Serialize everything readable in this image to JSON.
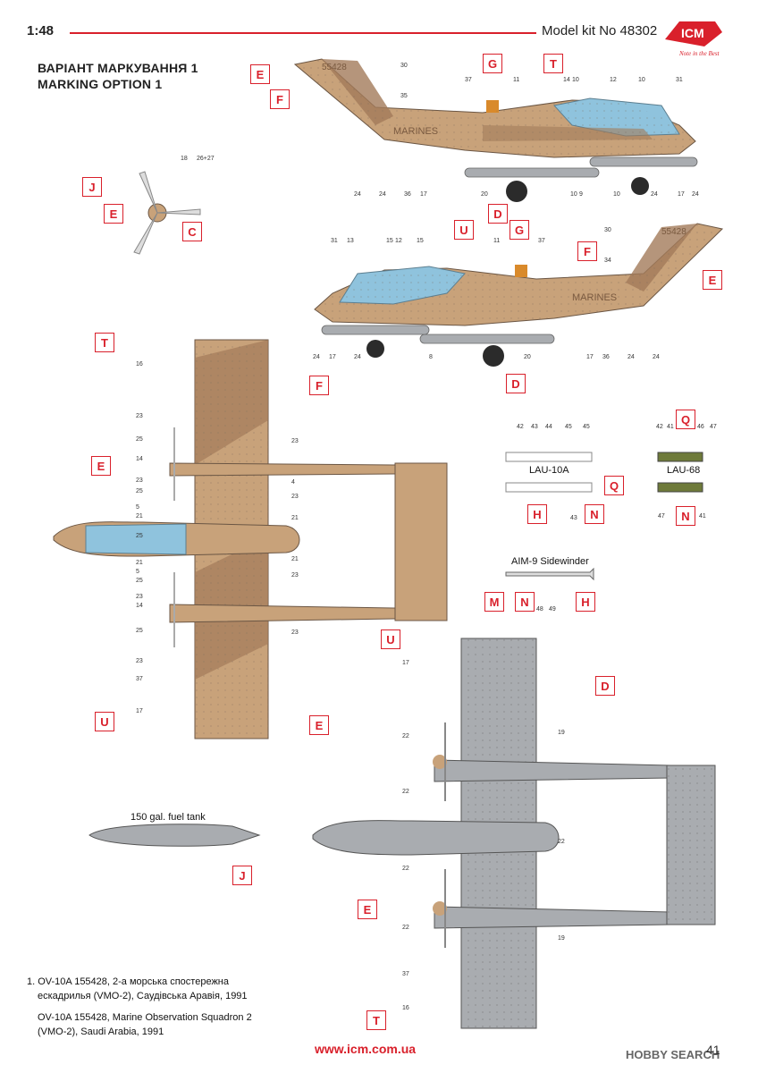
{
  "header": {
    "scale": "1:48",
    "kit": "Model kit No 48302"
  },
  "logo": {
    "brand": "ICM",
    "tagline": "Note in the Best"
  },
  "title": {
    "ukr": "ВАРІАНТ МАРКУВАННЯ 1",
    "eng": "MARKING OPTION 1"
  },
  "callouts": [
    "E",
    "F",
    "G",
    "T",
    "J",
    "E",
    "C",
    "D",
    "U",
    "G",
    "F",
    "E",
    "D",
    "T",
    "F",
    "E",
    "U",
    "E",
    "Q",
    "H",
    "N",
    "Q",
    "N",
    "M",
    "N",
    "H",
    "U",
    "D",
    "E",
    "T",
    "J"
  ],
  "numbers": [
    "30",
    "35",
    "37",
    "11",
    "14",
    "10",
    "12",
    "10",
    "31",
    "24",
    "24",
    "36",
    "17",
    "20",
    "10",
    "9",
    "10",
    "24",
    "17",
    "24",
    "18",
    "26+27",
    "31",
    "13",
    "15",
    "12",
    "15",
    "11",
    "37",
    "30",
    "34",
    "24",
    "17",
    "24",
    "8",
    "20",
    "17",
    "36",
    "24",
    "24",
    "16",
    "23",
    "25",
    "14",
    "23",
    "25",
    "5",
    "21",
    "25",
    "21",
    "5",
    "25",
    "23",
    "14",
    "25",
    "23",
    "37",
    "17",
    "23",
    "4",
    "23",
    "21",
    "21",
    "23",
    "23",
    "42",
    "43",
    "44",
    "45",
    "45",
    "43",
    "42",
    "41",
    "46",
    "47",
    "47",
    "41",
    "48",
    "49",
    "17",
    "19",
    "22",
    "22",
    "22",
    "22",
    "22",
    "19",
    "37",
    "16"
  ],
  "labels": {
    "lau10": "LAU-10A",
    "lau68": "LAU-68",
    "aim9": "AIM-9 Sidewinder",
    "tank": "150 gal. fuel tank"
  },
  "aircraft": {
    "serial": "55428",
    "marines": "MARINES"
  },
  "caption": {
    "ukr1": "1. OV-10A 155428, 2-а морська спостережна",
    "ukr2": "ескадрилья (VMO-2), Саудівська Аравія, 1991",
    "eng1": "OV-10A  155428, Marine Observation Squadron 2",
    "eng2": "(VMO-2), Saudi Arabia, 1991"
  },
  "footer": {
    "url": "www.icm.com.ua",
    "page": "41",
    "watermark": "HOBBY SEARCH"
  },
  "colors": {
    "accent": "#d9202b",
    "sand": "#c8a27a",
    "brown": "#a27b5a",
    "canopy": "#8fc3dd",
    "grey": "#a9acb0"
  }
}
